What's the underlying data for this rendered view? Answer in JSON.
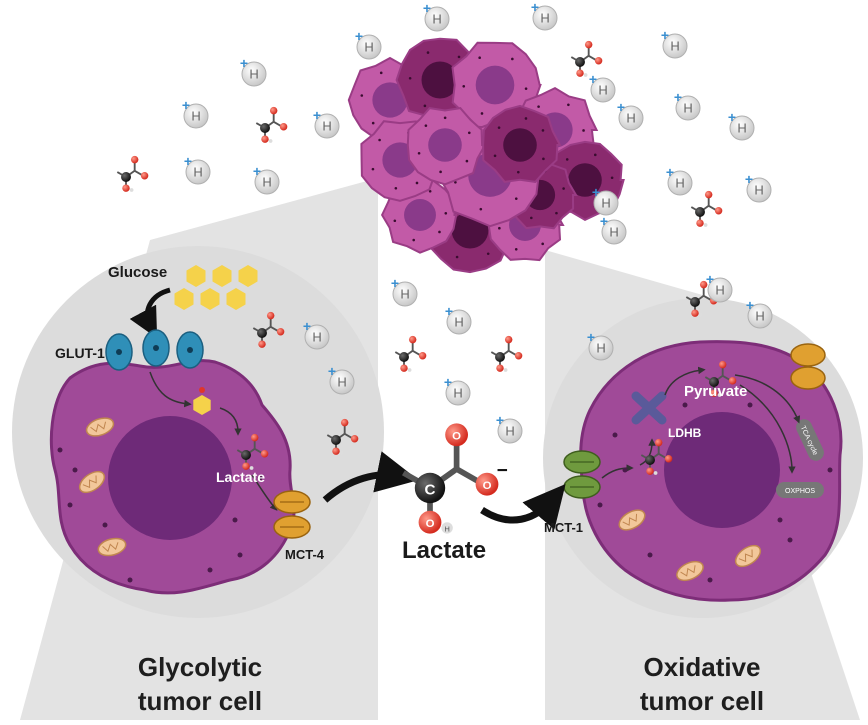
{
  "labels": {
    "glucose": "Glucose",
    "glut1": "GLUT-1",
    "lactate_inner": "Lactate",
    "mct4": "MCT-4",
    "lactate_center": "Lactate",
    "mct1": "MCT-1",
    "ldhb": "LDHB",
    "pyruvate": "Pyruvate",
    "tca": "TCA cycle",
    "oxphos": "OXPHOS",
    "h": "H",
    "plus": "+",
    "minus": "−",
    "carbon": "C",
    "oxygen": "O"
  },
  "captions": {
    "left_line1": "Glycolytic",
    "left_line2": "tumor cell",
    "right_line1": "Oxidative",
    "right_line2": "tumor cell"
  },
  "colors": {
    "cell_purple": "#a04a98",
    "cell_dark": "#7d2d78",
    "nucleus": "#6e2a78",
    "circle_bg": "#dcdcdc",
    "tumor_pink": "#c25aa7",
    "tumor_dark": "#4d1040",
    "glut_blue": "#2f8fb8",
    "mct_orange": "#e0a030",
    "mct_green": "#6f9a3e",
    "ldhb_blue": "#5a5a9a",
    "oxygen_red": "#e0362a"
  }
}
